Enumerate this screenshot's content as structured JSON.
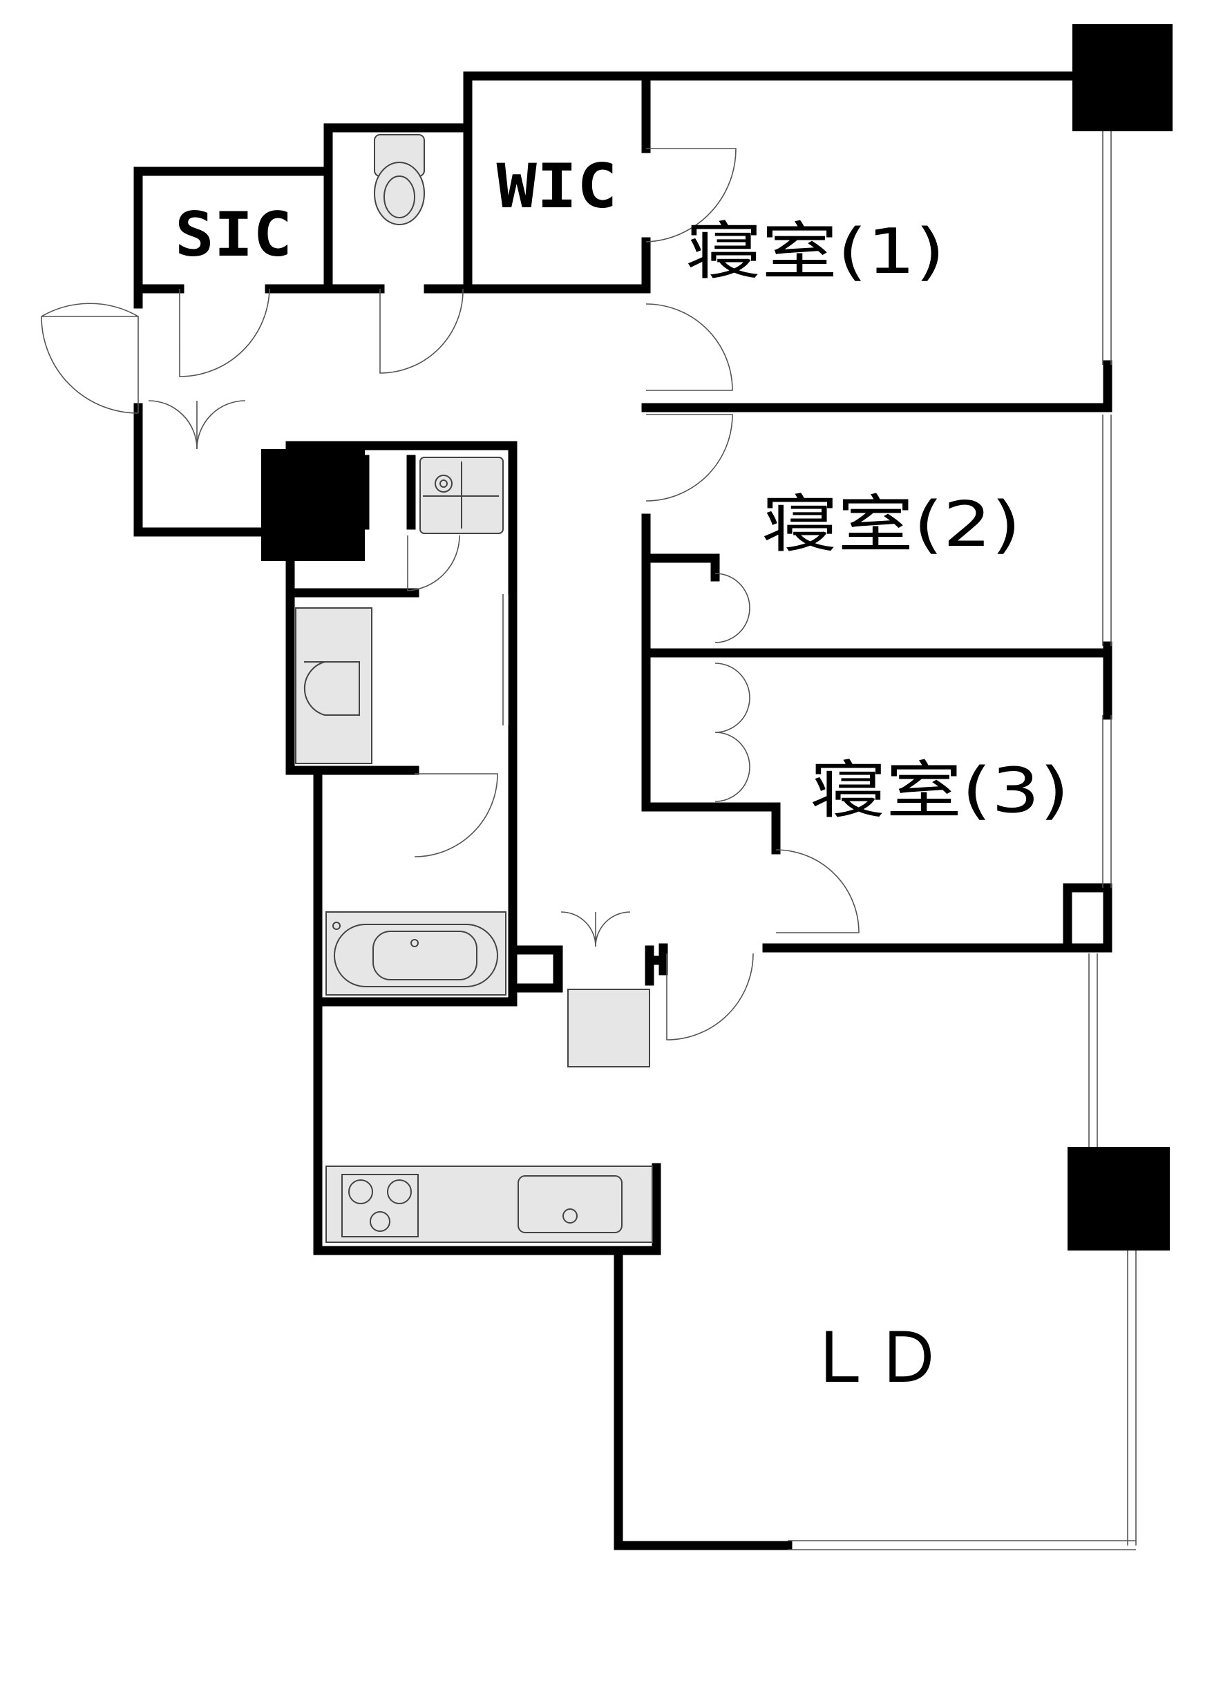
{
  "rooms": {
    "sic": "SIC",
    "wic": "WIC",
    "bedroom1": "寝室(1)",
    "bedroom2": "寝室(2)",
    "bedroom3": "寝室(3)",
    "ld": "ＬＤ"
  },
  "colors": {
    "wall": "#000000",
    "fixture_fill": "#e6e6e6",
    "line": "#555555",
    "background": "#ffffff"
  },
  "icons": [
    "toilet-icon",
    "bathtub-icon",
    "washbasin-icon",
    "washing-machine-pan-icon",
    "stove-burner-icon",
    "kitchen-sink-icon",
    "swing-door-icon",
    "double-door-icon",
    "structural-column-icon"
  ]
}
